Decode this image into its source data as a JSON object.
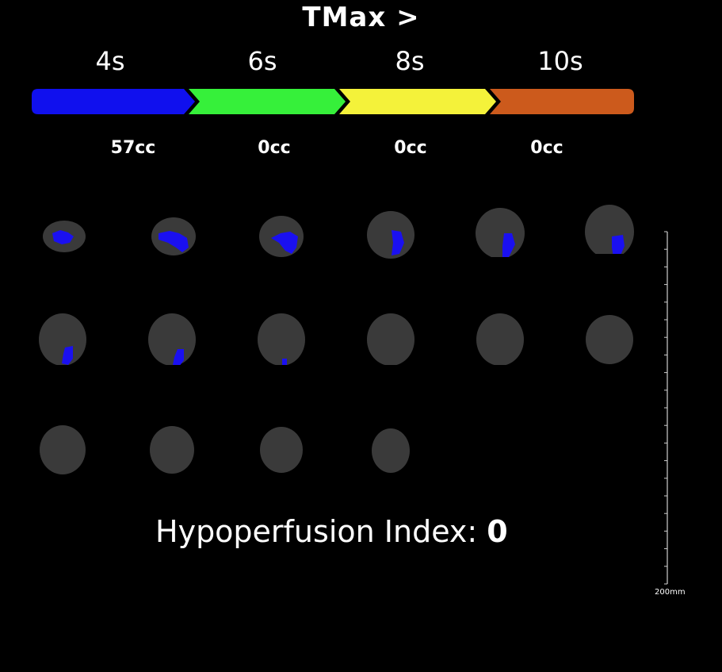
{
  "title": "TMax >",
  "thresholds": [
    {
      "label": "4s",
      "color": "#1010ee",
      "volume": "57cc"
    },
    {
      "label": "6s",
      "color": "#36f03a",
      "volume": "0cc"
    },
    {
      "label": "8s",
      "color": "#f4f23a",
      "volume": "0cc"
    },
    {
      "label": "10s",
      "color": "#cc5a1c",
      "volume": "0cc"
    }
  ],
  "hypoperfusion": {
    "label": "Hypoperfusion Index:",
    "value": "0"
  },
  "scale": {
    "label": "200mm"
  },
  "slices": {
    "count": 16,
    "lesion_color": "#1a10f0",
    "tissue_color": "#3a3a3a"
  }
}
